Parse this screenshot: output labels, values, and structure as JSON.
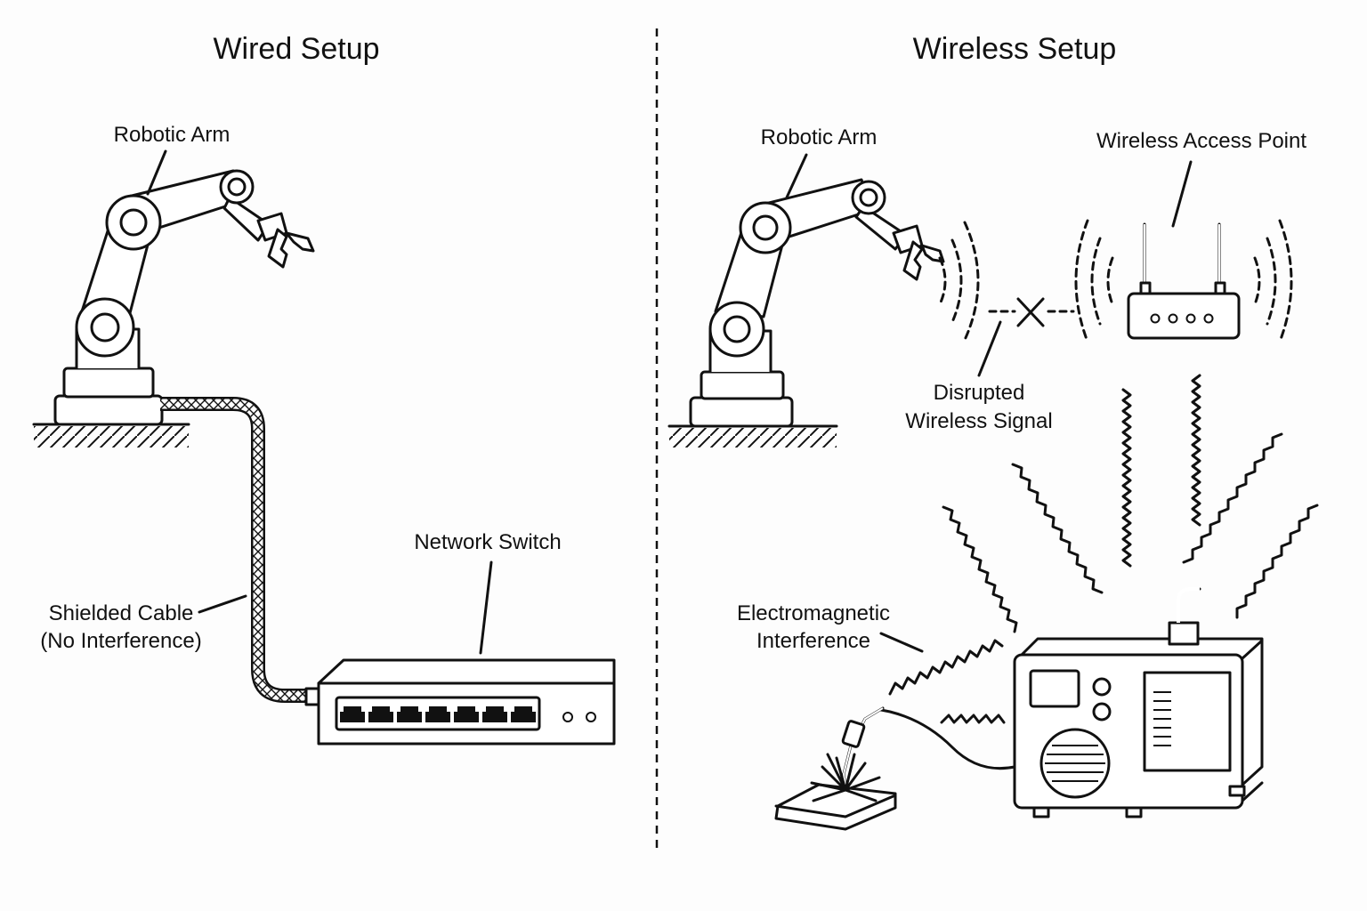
{
  "left_panel": {
    "title": "Wired Setup",
    "robot_label": "Robotic Arm",
    "cable_label_line1": "Shielded Cable",
    "cable_label_line2": "(No Interference)",
    "switch_label": "Network Switch"
  },
  "right_panel": {
    "title": "Wireless Setup",
    "robot_label": "Robotic Arm",
    "ap_label": "Wireless Access Point",
    "signal_label_line1": "Disrupted",
    "signal_label_line2": "Wireless Signal",
    "emi_label_line1": "Electromagnetic",
    "emi_label_line2": "Interference"
  }
}
